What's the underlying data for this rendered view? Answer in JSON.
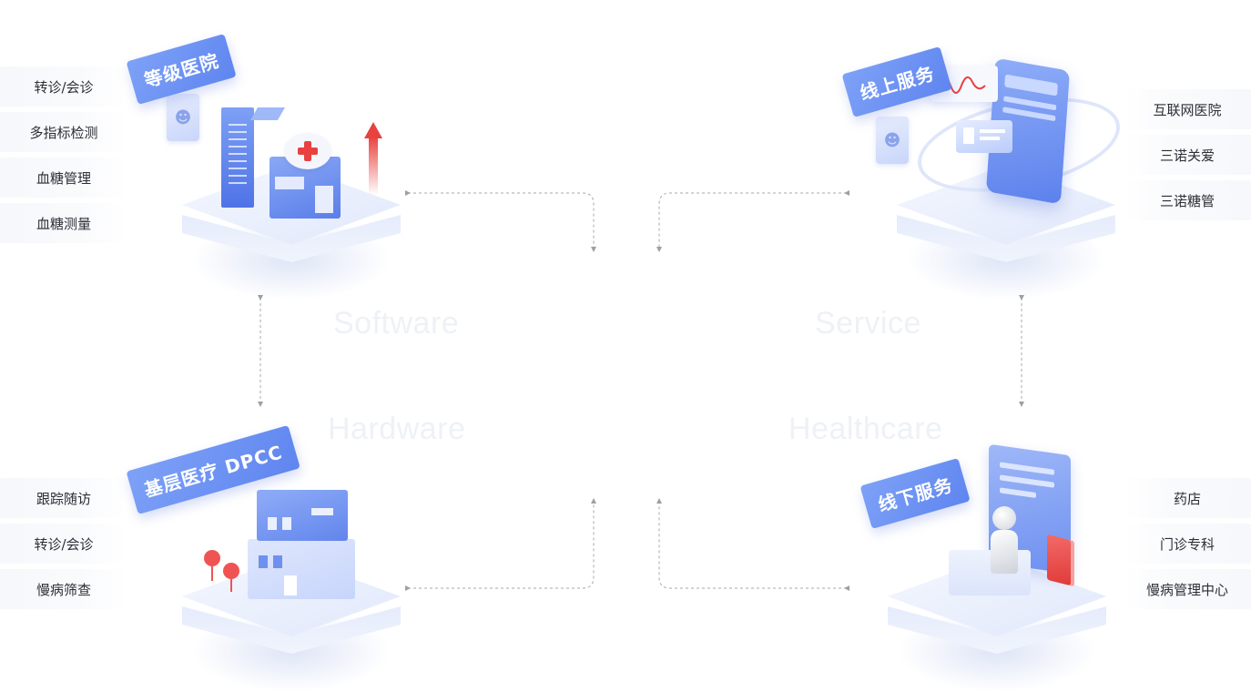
{
  "watermarks": {
    "software": "Software",
    "service": "Service",
    "hardware": "Hardware",
    "healthcare": "Healthcare"
  },
  "quadrants": {
    "top_left": {
      "title": "等级医院",
      "items": [
        "转诊/会诊",
        "多指标检测",
        "血糖管理",
        "血糖测量"
      ]
    },
    "top_right": {
      "title": "线上服务",
      "items": [
        "互联网医院",
        "三诺关爱",
        "三诺糖管"
      ]
    },
    "bottom_left": {
      "title": "基层医疗 DPCC",
      "items": [
        "跟踪随访",
        "转诊/会诊",
        "慢病筛查"
      ]
    },
    "bottom_right": {
      "title": "线下服务",
      "items": [
        "药店",
        "门诊专科",
        "慢病管理中心"
      ]
    }
  },
  "colors": {
    "accent_blue": "#6a8ef3",
    "accent_red": "#e9413f",
    "connector": "#9aa0a8"
  }
}
